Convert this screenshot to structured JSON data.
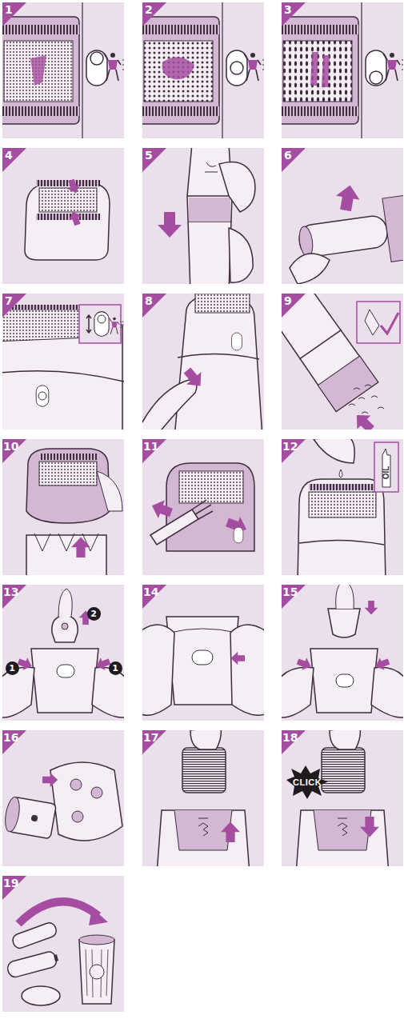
{
  "diagram": {
    "labels": [
      "1",
      "2",
      "3",
      "4",
      "5",
      "6",
      "7",
      "8",
      "9",
      "10",
      "11",
      "12",
      "OIL",
      "13",
      "1",
      "2",
      "1",
      "14",
      "15",
      "16",
      "17",
      "18",
      "CLICK",
      "19"
    ]
  }
}
